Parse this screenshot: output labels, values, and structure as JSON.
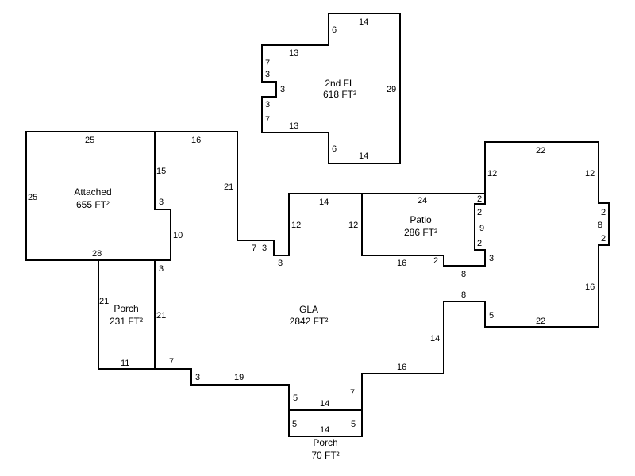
{
  "areas": {
    "second_floor": {
      "name": "2nd FL",
      "size": "618 FT²"
    },
    "attached": {
      "name": "Attached",
      "size": "655 FT²"
    },
    "gla": {
      "name": "GLA",
      "size": "2842 FT²"
    },
    "patio": {
      "name": "Patio",
      "size": "286 FT²"
    },
    "porch_left": {
      "name": "Porch",
      "size": "231 FT²"
    },
    "porch_bottom": {
      "name": "Porch",
      "size": "70 FT²"
    }
  },
  "dims": {
    "second_floor": [
      "14",
      "6",
      "13",
      "7",
      "3",
      "3",
      "3",
      "7",
      "13",
      "6",
      "14",
      "29"
    ],
    "attached": [
      "25",
      "25",
      "15",
      "3",
      "10",
      "28"
    ],
    "porch_left": [
      "21",
      "11",
      "3",
      "21"
    ],
    "gla": [
      "16",
      "21",
      "7",
      "3",
      "3",
      "12",
      "14",
      "12",
      "7",
      "3",
      "19",
      "5",
      "7",
      "16",
      "14",
      "8",
      "5",
      "22",
      "16",
      "2",
      "8",
      "2",
      "12",
      "22",
      "12",
      "8"
    ],
    "patio": [
      "24",
      "2",
      "2",
      "9",
      "2",
      "3",
      "16",
      "2"
    ],
    "porch_bottom": [
      "14",
      "5",
      "5",
      "14"
    ]
  },
  "colors": {
    "line": "#000000",
    "background": "#ffffff"
  }
}
